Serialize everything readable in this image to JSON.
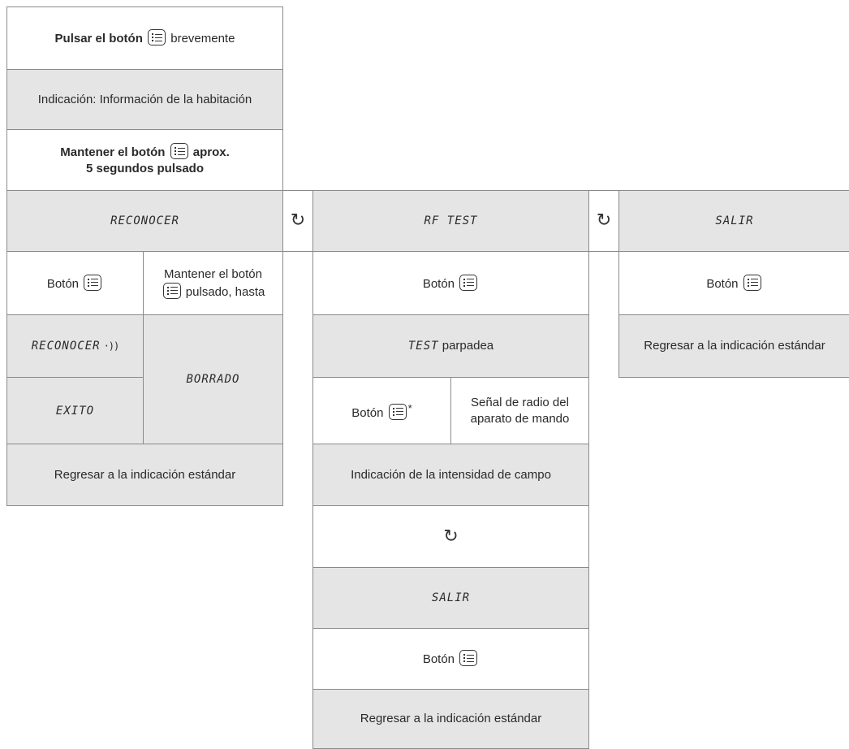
{
  "steps": {
    "press_pre": "Pulsar el botón",
    "press_post": "brevemente",
    "indication": "Indicación: Información de la habitación",
    "hold_pre": "Mantener el botón",
    "hold_post": "aprox.",
    "hold_line2": "5 segundos pulsado"
  },
  "col1": {
    "title": "RECONOCER",
    "button_label": "Botón",
    "hold_line1": "Mantener el botón",
    "hold_line2": "pulsado, hasta",
    "reconocer": "RECONOCER",
    "exito": "EXITO",
    "borrado": "BORRADO",
    "return": "Regresar a la indicación estándar"
  },
  "col2": {
    "title": "RF TEST",
    "button_label": "Botón",
    "test_word": "TEST",
    "test_rest": "parpadea",
    "button_star_label": "Botón",
    "star": "*",
    "signal_line1": "Señal de radio del",
    "signal_line2": "aparato de mando",
    "field_strength": "Indicación de la intensidad de campo",
    "salir": "SALIR",
    "button_label_2": "Botón",
    "return": "Regresar a la indicación estándar"
  },
  "col3": {
    "title": "SALIR",
    "button_label": "Botón",
    "return": "Regresar a la indicación estándar"
  },
  "icons": {
    "cycle": "↻",
    "radio": "·))",
    "menu_button": "menu-button-icon"
  }
}
